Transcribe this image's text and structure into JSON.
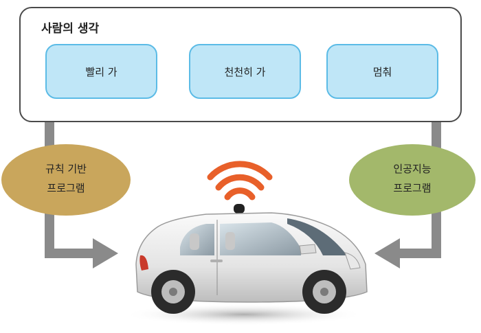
{
  "header": {
    "title": "사람의 생각"
  },
  "options": [
    {
      "label": "빨리 가"
    },
    {
      "label": "천천히 가"
    },
    {
      "label": "멈춰"
    }
  ],
  "left_program": {
    "line1": "규칙 기반",
    "line2": "프로그램",
    "color": "#c9a65c"
  },
  "right_program": {
    "line1": "인공지능",
    "line2": "프로그램",
    "color": "#a3b86b"
  },
  "colors": {
    "option_fill": "#bfe6f7",
    "option_border": "#5bbbe6",
    "arrow": "#8a8a8a",
    "wifi": "#e8602a"
  }
}
